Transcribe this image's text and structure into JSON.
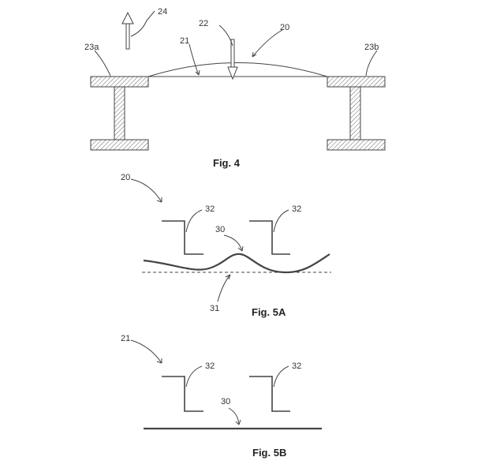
{
  "labels": {
    "ref_24": "24",
    "ref_22": "22",
    "ref_20_top": "20",
    "ref_21_top": "21",
    "ref_23a": "23a",
    "ref_23b": "23b",
    "ref_20_5a": "20",
    "ref_32_5a_left": "32",
    "ref_32_5a_right": "32",
    "ref_30_5a": "30",
    "ref_31": "31",
    "ref_21_5b": "21",
    "ref_32_5b_left": "32",
    "ref_32_5b_right": "32",
    "ref_30_5b": "30"
  },
  "captions": {
    "fig4": "Fig. 4",
    "fig5a": "Fig. 5A",
    "fig5b": "Fig. 5B"
  },
  "colors": {
    "ink": "#444444",
    "hatch": "#666666"
  }
}
